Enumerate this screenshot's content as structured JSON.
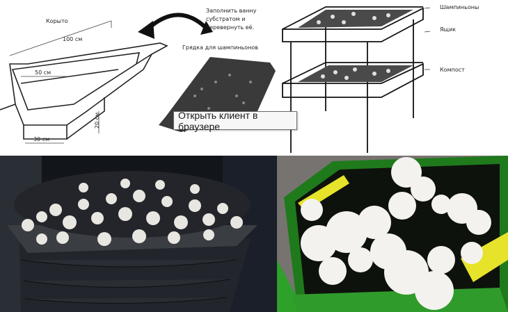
{
  "diagram": {
    "trough_label": "Корыто",
    "dim_length": "100 см",
    "dim_width_top": "50 см",
    "dim_width_bottom": "30 см",
    "dim_height": "20 см",
    "instruction": "Заполнить ванну субстратом и перевернуть её.",
    "bed_label": "Грядка для шампиньонов",
    "rack_labels": {
      "mushrooms": "Шампиньоны",
      "box": "Ящик",
      "compost": "Компост"
    }
  },
  "tooltip": {
    "text": "Открыть клиент в браузере"
  }
}
